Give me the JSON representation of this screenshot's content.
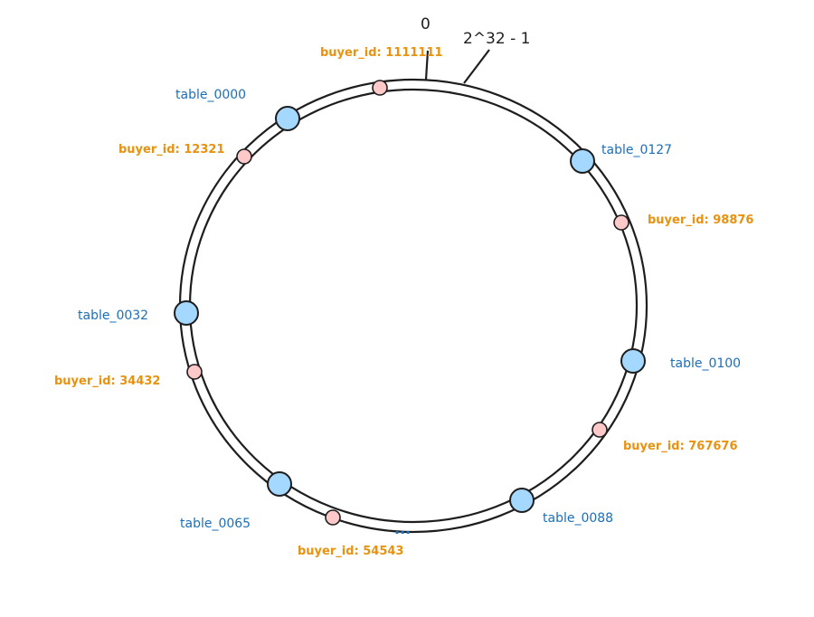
{
  "ring_labels": {
    "zero": "0",
    "max": "2^32 - 1",
    "ellipsis": "..."
  },
  "colors": {
    "stroke": "#1e1e1e",
    "table_node_fill": "#a5d8ff",
    "buyer_node_fill": "#ffc9c9",
    "table_text": "#1c6fb8",
    "buyer_text": "#e8920f"
  },
  "tables": [
    {
      "id": "t0",
      "label": "table_0000"
    },
    {
      "id": "t1",
      "label": "table_0127"
    },
    {
      "id": "t2",
      "label": "table_0100"
    },
    {
      "id": "t3",
      "label": "table_0088"
    },
    {
      "id": "t4",
      "label": "table_0065"
    },
    {
      "id": "t5",
      "label": "table_0032"
    }
  ],
  "buyers": [
    {
      "id": "b0",
      "label": "buyer_id: 1111111"
    },
    {
      "id": "b1",
      "label": "buyer_id: 98876"
    },
    {
      "id": "b2",
      "label": "buyer_id: 767676"
    },
    {
      "id": "b3",
      "label": "buyer_id: 54543"
    },
    {
      "id": "b4",
      "label": "buyer_id: 34432"
    },
    {
      "id": "b5",
      "label": "buyer_id: 12321"
    }
  ]
}
